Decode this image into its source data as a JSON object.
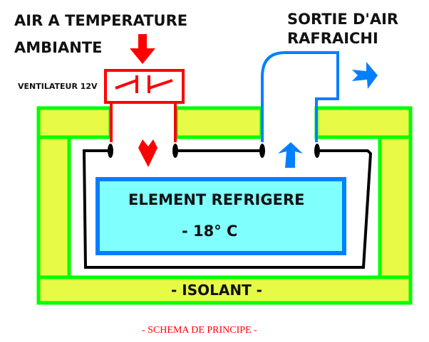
{
  "labels": {
    "air_in": [
      "AIR A TEMPERATURE",
      "AMBIANTE"
    ],
    "air_out": [
      "SORTIE D'AIR",
      "RAFRAICHI"
    ],
    "fan": "VENTILATEUR 12V",
    "element": "ELEMENT REFRIGERE",
    "temperature": "- 18° C",
    "insulation": "- ISOLANT -",
    "caption": "- SCHEMA DE PRINCIPE -"
  },
  "colors": {
    "insulation_fill": "#e6fa46",
    "insulation_border": "#00ff00",
    "hot_air": "#ff0000",
    "cold_air": "#0080ff",
    "element_fill": "#80ffff",
    "element_border": "#0080ff",
    "caption": "#ff0000"
  }
}
